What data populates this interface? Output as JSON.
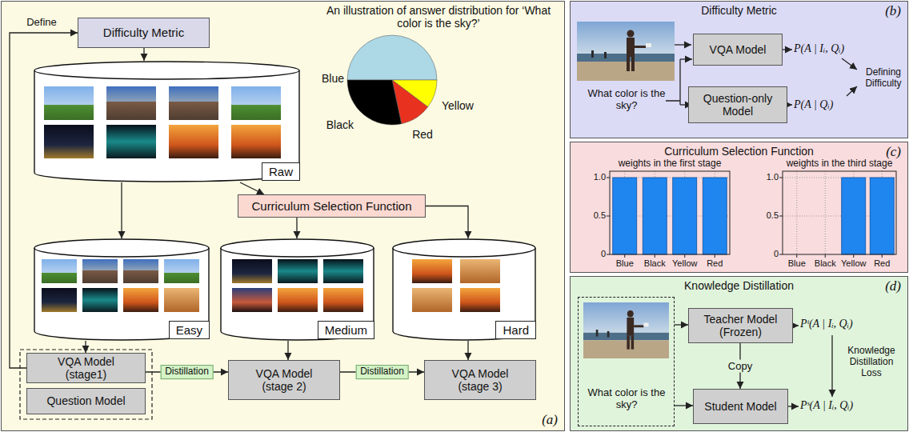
{
  "diagram": {
    "nodes": [
      {
        "text": [
          "(a)"
        ]
      },
      {
        "text": [
          "Difficulty Metric"
        ],
        "in": 0
      },
      {
        "text": [
          "Raw"
        ],
        "in": 0
      },
      {
        "text": [
          "Curriculum Selection Function"
        ],
        "in": 0
      },
      {
        "text": [
          "Easy"
        ],
        "in": 0
      },
      {
        "text": [
          "Medium"
        ],
        "in": 0
      },
      {
        "text": [
          "Hard"
        ],
        "in": 0
      },
      {
        "text": [
          "VQA Model (stage1)"
        ],
        "in": 0
      },
      {
        "text": [
          "Question Model"
        ],
        "in": 0
      },
      {
        "text": [
          "VQA Model (stage 2)"
        ],
        "in": 0
      },
      {
        "text": [
          "VQA Model (stage 3)"
        ],
        "in": 0
      },
      {
        "text": [
          "Difficulty Metric",
          "(b)"
        ]
      },
      {
        "text": [
          "VQA Model"
        ],
        "in": 11
      },
      {
        "text": [
          "Question-only Model"
        ],
        "in": 11
      },
      {
        "text": [
          "Curriculum Selection Function",
          "(c)"
        ]
      },
      {
        "text": [
          "Knowledge Distillation",
          "(d)"
        ]
      },
      {
        "text": [
          "What color is the sky?"
        ],
        "in": 15
      },
      {
        "text": [
          "Teacher Model (Frozen)"
        ],
        "in": 15
      },
      {
        "text": [
          "Student Model"
        ],
        "in": 15
      }
    ],
    "edges": [
      {
        "from": 1,
        "to": 2,
        "arrow": "to"
      },
      {
        "from": 2,
        "to": 3,
        "arrow": "to"
      },
      {
        "from": 2,
        "to": 4,
        "arrow": "to"
      },
      {
        "from": 3,
        "to": 5,
        "arrow": "to"
      },
      {
        "from": 3,
        "to": 6,
        "arrow": "to"
      },
      {
        "from": 4,
        "to": 7,
        "arrow": "to"
      },
      {
        "from": 5,
        "to": 9,
        "arrow": "to"
      },
      {
        "from": 6,
        "to": 10,
        "arrow": "to"
      },
      {
        "from": 7,
        "to": 9,
        "label": "Distillation",
        "arrow": "to"
      },
      {
        "from": 9,
        "to": 10,
        "label": "Distillation",
        "arrow": "to"
      },
      {
        "from": 7,
        "to": 1,
        "label": "Define",
        "arrow": "to"
      },
      {
        "from": 16,
        "to": 17,
        "arrow": "to"
      },
      {
        "from": 16,
        "to": 18,
        "arrow": "to"
      },
      {
        "from": 17,
        "to": 18,
        "label": "Copy",
        "arrow": "to"
      }
    ],
    "labels": [
      "An illustration of answer distribution for ‘What color is the sky?’",
      "Blue",
      "Black",
      "Yellow",
      "Red",
      "What color is the sky?",
      "P(A | Iᵢ, Qᵢ)",
      "P(A | Qᵢ)",
      "Defining Difficulty",
      "weights in the first stage",
      "1.0",
      "0.5",
      "0",
      "Blue",
      "Black",
      "Yellow",
      "Red",
      "weights in the third stage",
      "1.0",
      "0.5",
      "0",
      "Blue",
      "Black",
      "Yellow",
      "Red",
      "Pᵗ(A | Iᵢ, Qᵢ)",
      "Knowledge Distillation Loss",
      "Pˢ(A | Iᵢ, Qᵢ)"
    ]
  }
}
